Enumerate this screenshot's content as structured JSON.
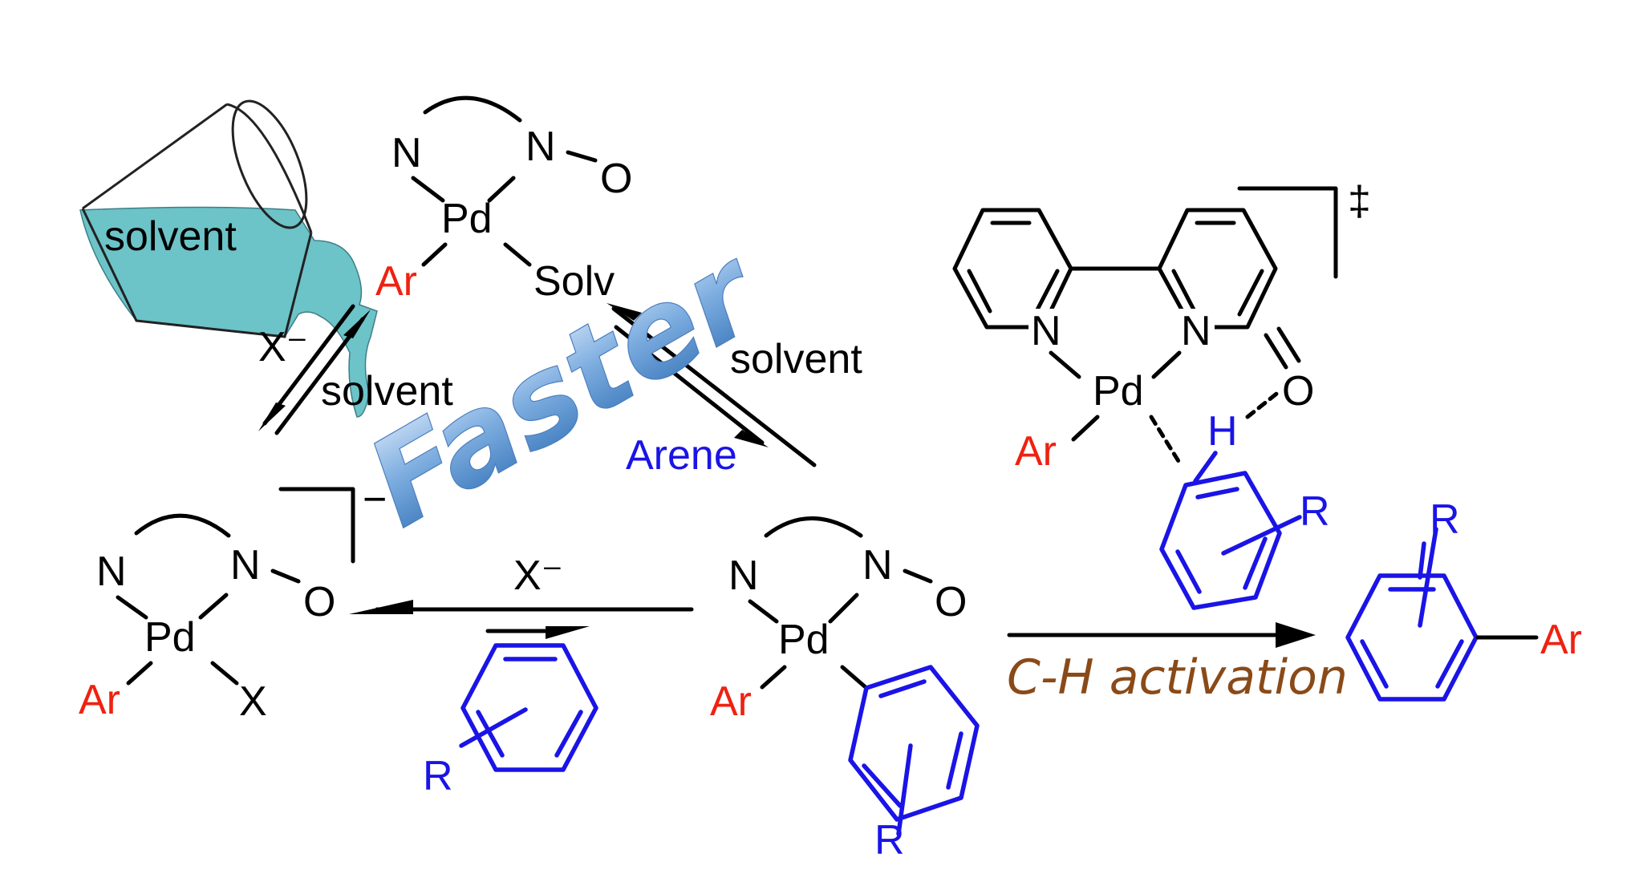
{
  "colors": {
    "black": "#000000",
    "aryl_red": "#ee2211",
    "arene_blue": "#1a14e6",
    "faster_gradient_light": "#dbe9f9",
    "faster_gradient_dark": "#2f6fb5",
    "activation_brown": "#8a4a18",
    "solvent_liquid": "#6cc3c8"
  },
  "beaker": {
    "label": "solvent"
  },
  "top_complex": {
    "n_left": "N",
    "n_right": "N",
    "o": "O",
    "metal": "Pd",
    "aryl": "Ar",
    "ligand": "Solv"
  },
  "arrow_left_equilibrium": {
    "forward": "X⁻",
    "reverse": "solvent"
  },
  "arrow_right_equilibrium": {
    "forward": "solvent",
    "reverse": "Arene"
  },
  "faster_label": "Faster",
  "anionic_complex": {
    "n_left": "N",
    "n_right": "N",
    "o": "O",
    "metal": "Pd",
    "aryl": "Ar",
    "x": "X",
    "charge": "−"
  },
  "bottom_equilibrium": {
    "top_label": "X⁻"
  },
  "free_arene": {
    "substituent": "R"
  },
  "arene_complex": {
    "n_left": "N",
    "n_right": "N",
    "o": "O",
    "metal": "Pd",
    "aryl": "Ar",
    "substituent": "R"
  },
  "transition_state": {
    "n_left": "N",
    "n_right": "N",
    "metal": "Pd",
    "aryl": "Ar",
    "o": "O",
    "h": "H",
    "substituent": "R",
    "dagger": "‡"
  },
  "product": {
    "substituent": "R",
    "aryl": "Ar"
  },
  "ch_activation_label": "C-H activation"
}
